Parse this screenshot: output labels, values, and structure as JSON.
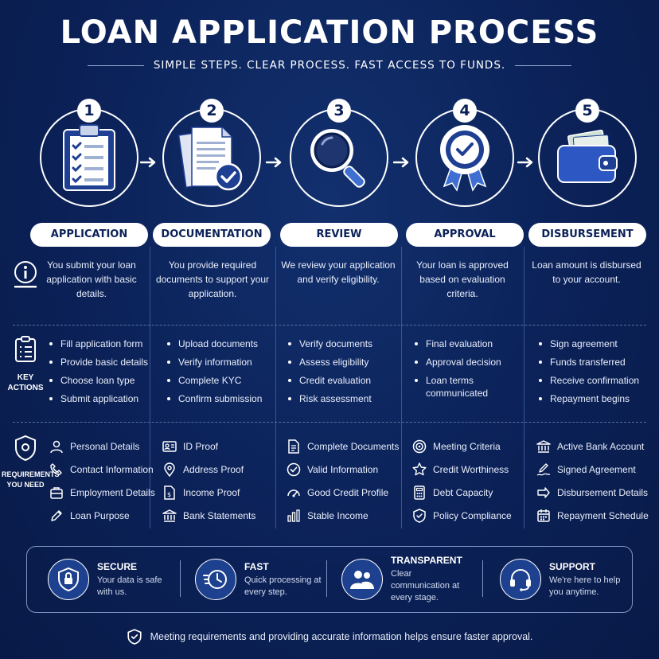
{
  "header": {
    "title": "LOAN APPLICATION PROCESS",
    "subtitle": "SIMPLE STEPS. CLEAR PROCESS. FAST ACCESS TO FUNDS."
  },
  "side_labels": {
    "key_actions": "KEY ACTIONS",
    "requirements": "REQUIREMENTS YOU NEED"
  },
  "steps": [
    {
      "number": "1",
      "label": "APPLICATION",
      "icon": "clipboard-checklist-icon",
      "description": "You submit your loan application with basic details.",
      "actions": [
        "Fill application form",
        "Provide basic details",
        "Choose loan type",
        "Submit application"
      ],
      "requirements": [
        {
          "icon": "person-icon",
          "text": "Personal Details"
        },
        {
          "icon": "phone-icon",
          "text": "Contact Information"
        },
        {
          "icon": "briefcase-icon",
          "text": "Employment Details"
        },
        {
          "icon": "pencil-icon",
          "text": "Loan Purpose"
        }
      ]
    },
    {
      "number": "2",
      "label": "DOCUMENTATION",
      "icon": "documents-check-icon",
      "description": "You provide required documents to support your application.",
      "actions": [
        "Upload documents",
        "Verify information",
        "Complete KYC",
        "Confirm submission"
      ],
      "requirements": [
        {
          "icon": "id-card-icon",
          "text": "ID Proof"
        },
        {
          "icon": "location-pin-icon",
          "text": "Address Proof"
        },
        {
          "icon": "income-document-icon",
          "text": "Income Proof"
        },
        {
          "icon": "bank-icon",
          "text": "Bank Statements"
        }
      ]
    },
    {
      "number": "3",
      "label": "REVIEW",
      "icon": "magnifier-icon",
      "description": "We review your application and verify eligibility.",
      "actions": [
        "Verify documents",
        "Assess eligibility",
        "Credit evaluation",
        "Risk assessment"
      ],
      "requirements": [
        {
          "icon": "document-icon",
          "text": "Complete Documents"
        },
        {
          "icon": "check-circle-icon",
          "text": "Valid Information"
        },
        {
          "icon": "gauge-icon",
          "text": "Good Credit Profile"
        },
        {
          "icon": "bar-chart-icon",
          "text": "Stable Income"
        }
      ]
    },
    {
      "number": "4",
      "label": "APPROVAL",
      "icon": "approval-badge-icon",
      "description": "Your loan is approved based on evaluation criteria.",
      "actions": [
        "Final evaluation",
        "Approval decision",
        "Loan terms communicated"
      ],
      "requirements": [
        {
          "icon": "target-icon",
          "text": "Meeting Criteria"
        },
        {
          "icon": "star-icon",
          "text": "Credit Worthiness"
        },
        {
          "icon": "calculator-icon",
          "text": "Debt Capacity"
        },
        {
          "icon": "shield-check-icon",
          "text": "Policy Compliance"
        }
      ]
    },
    {
      "number": "5",
      "label": "DISBURSEMENT",
      "icon": "wallet-icon",
      "description": "Loan amount is disbursed to your account.",
      "actions": [
        "Sign agreement",
        "Funds transferred",
        "Receive confirmation",
        "Repayment begins"
      ],
      "requirements": [
        {
          "icon": "bank-icon",
          "text": "Active Bank Account"
        },
        {
          "icon": "signature-pen-icon",
          "text": "Signed Agreement"
        },
        {
          "icon": "arrow-right-icon",
          "text": "Disbursement Details"
        },
        {
          "icon": "calendar-icon",
          "text": "Repayment Schedule"
        }
      ]
    }
  ],
  "features": [
    {
      "icon": "lock-shield-icon",
      "title": "SECURE",
      "description": "Your data is safe with us."
    },
    {
      "icon": "fast-clock-icon",
      "title": "FAST",
      "description": "Quick processing at every step."
    },
    {
      "icon": "people-icon",
      "title": "TRANSPARENT",
      "description": "Clear communication at every stage."
    },
    {
      "icon": "headset-icon",
      "title": "SUPPORT",
      "description": "We're here to help you anytime."
    }
  ],
  "footer": {
    "icon": "shield-check-icon",
    "text": "Meeting requirements and providing accurate information helps ensure faster approval."
  },
  "colors": {
    "background": "#0b2157",
    "accent": "#1f3f8f",
    "text": "#ffffff"
  }
}
